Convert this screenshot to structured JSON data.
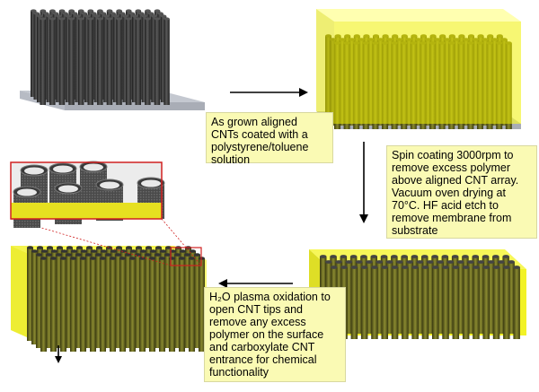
{
  "steps": [
    {
      "id": "as-grown",
      "lines": [
        "As grown aligned",
        "CNTs coated with  a",
        "polystyrene/toluene",
        "solution"
      ]
    },
    {
      "id": "spin-coating",
      "lines": [
        "Spin coating 3000rpm to",
        "remove excess polymer",
        "above aligned CNT array.",
        "Vacuum oven drying at",
        "70°C.  HF acid etch to",
        "remove membrane from",
        "substrate"
      ]
    },
    {
      "id": "plasma",
      "lines": [
        "H₂O plasma oxidation to",
        "open CNT tips and",
        "remove any excess",
        "polymer on the surface",
        "and carboxylate CNT",
        "entrance for chemical",
        "functionality"
      ]
    }
  ],
  "colors": {
    "cnt": "#3a3a3a",
    "polymer": "#f0f000",
    "substrate": "#c4c8d0",
    "note_bg": "#fafab4",
    "inset_border": "#d02020"
  }
}
